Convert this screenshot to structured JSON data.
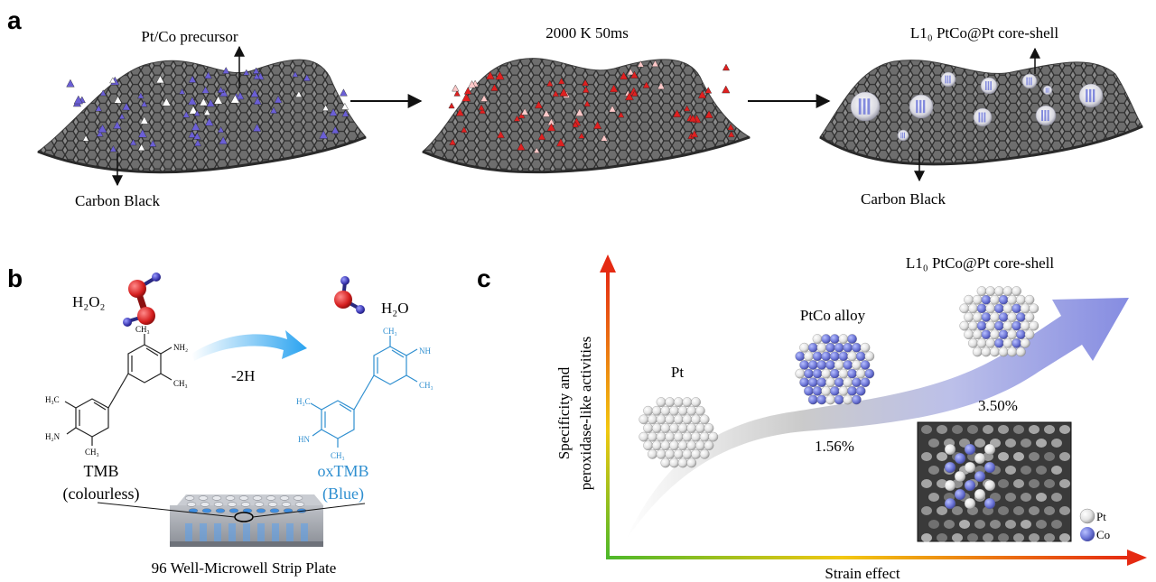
{
  "panels": {
    "a": {
      "letter": "a",
      "precursor_label": "Pt/Co precursor",
      "carbon_black_left": "Carbon Black",
      "condition_label": "2000 K 50ms",
      "core_shell_label": "L1₀ PtCo@Pt core-shell",
      "carbon_black_right": "Carbon Black"
    },
    "b": {
      "letter": "b",
      "h2o2_label": "H₂O₂",
      "h2o_label": "H₂O",
      "minus_2h_label": "-2H",
      "tmb_ch3_top": "CH₃",
      "tmb_nh2_top": "NH₂",
      "tmb_ch3_right": "CH₃",
      "tmb_h3c_left": "H₃C",
      "tmb_h2n_bottom": "H₂N",
      "tmb_ch3_bottom": "CH₃",
      "oxtmb_ch3_top": "CH₃",
      "oxtmb_nh_top": "NH",
      "oxtmb_ch3_right": "CH₃",
      "oxtmb_h3c_left": "H₃C",
      "oxtmb_hn_bottom": "HN",
      "oxtmb_ch3_bottom": "CH₃",
      "tmb_label": "TMB",
      "tmb_sub": "(colourless)",
      "oxtmb_label": "oxTMB",
      "oxtmb_sub": "(Blue)",
      "plate_label": "96 Well-Microwell Strip Plate"
    },
    "c": {
      "letter": "c",
      "y_axis_line1": "Specificity and",
      "y_axis_line2": "peroxidase-like activities",
      "x_axis_label": "Strain effect",
      "pt_label": "Pt",
      "alloy_label": "PtCo alloy",
      "core_shell_label": "L1₀ PtCo@Pt core-shell",
      "strain_alloy": "1.56%",
      "strain_core_shell": "3.50%",
      "legend_pt": "Pt",
      "legend_co": "Co"
    }
  },
  "colors": {
    "precursor_purple": "#6b5fd6",
    "annealed_red": "#e02020",
    "oxtmb_blue": "#2f8fd0",
    "co_blue": "#6f78d8",
    "pt_white": "#e8e8e8",
    "carbon_gray": "#5a5a5a"
  }
}
